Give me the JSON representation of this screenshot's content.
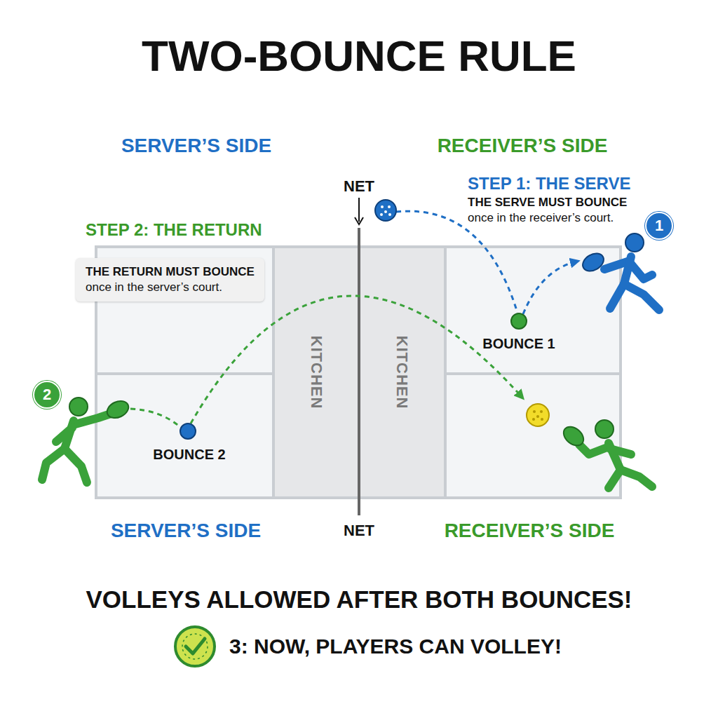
{
  "diagram": {
    "title": "TWO-BOUNCE RULE",
    "caption": "VOLLEYS ALLOWED AFTER BOTH BOUNCES!",
    "nodes": [
      {
        "text": [
          "THE RETURN MUST BOUNCE",
          "once in the server’s court."
        ]
      },
      {
        "text": [
          "KITCHEN"
        ]
      },
      {
        "text": [
          "KITCHEN"
        ]
      },
      {
        "text": [
          "1"
        ]
      },
      {
        "text": [
          "2"
        ]
      }
    ],
    "labels": [
      "SERVER’S SIDE",
      "RECEIVER’S SIDE",
      "NET",
      "STEP 1: THE SERVE",
      "THE SERVE MUST BOUNCE",
      "once in the receiver’s court.",
      "STEP 2: THE RETURN",
      "BOUNCE 1",
      "BOUNCE 2",
      "SERVER’S SIDE",
      "NET",
      "RECEIVER’S SIDE",
      "3: NOW, PLAYERS CAN VOLLEY!"
    ]
  }
}
